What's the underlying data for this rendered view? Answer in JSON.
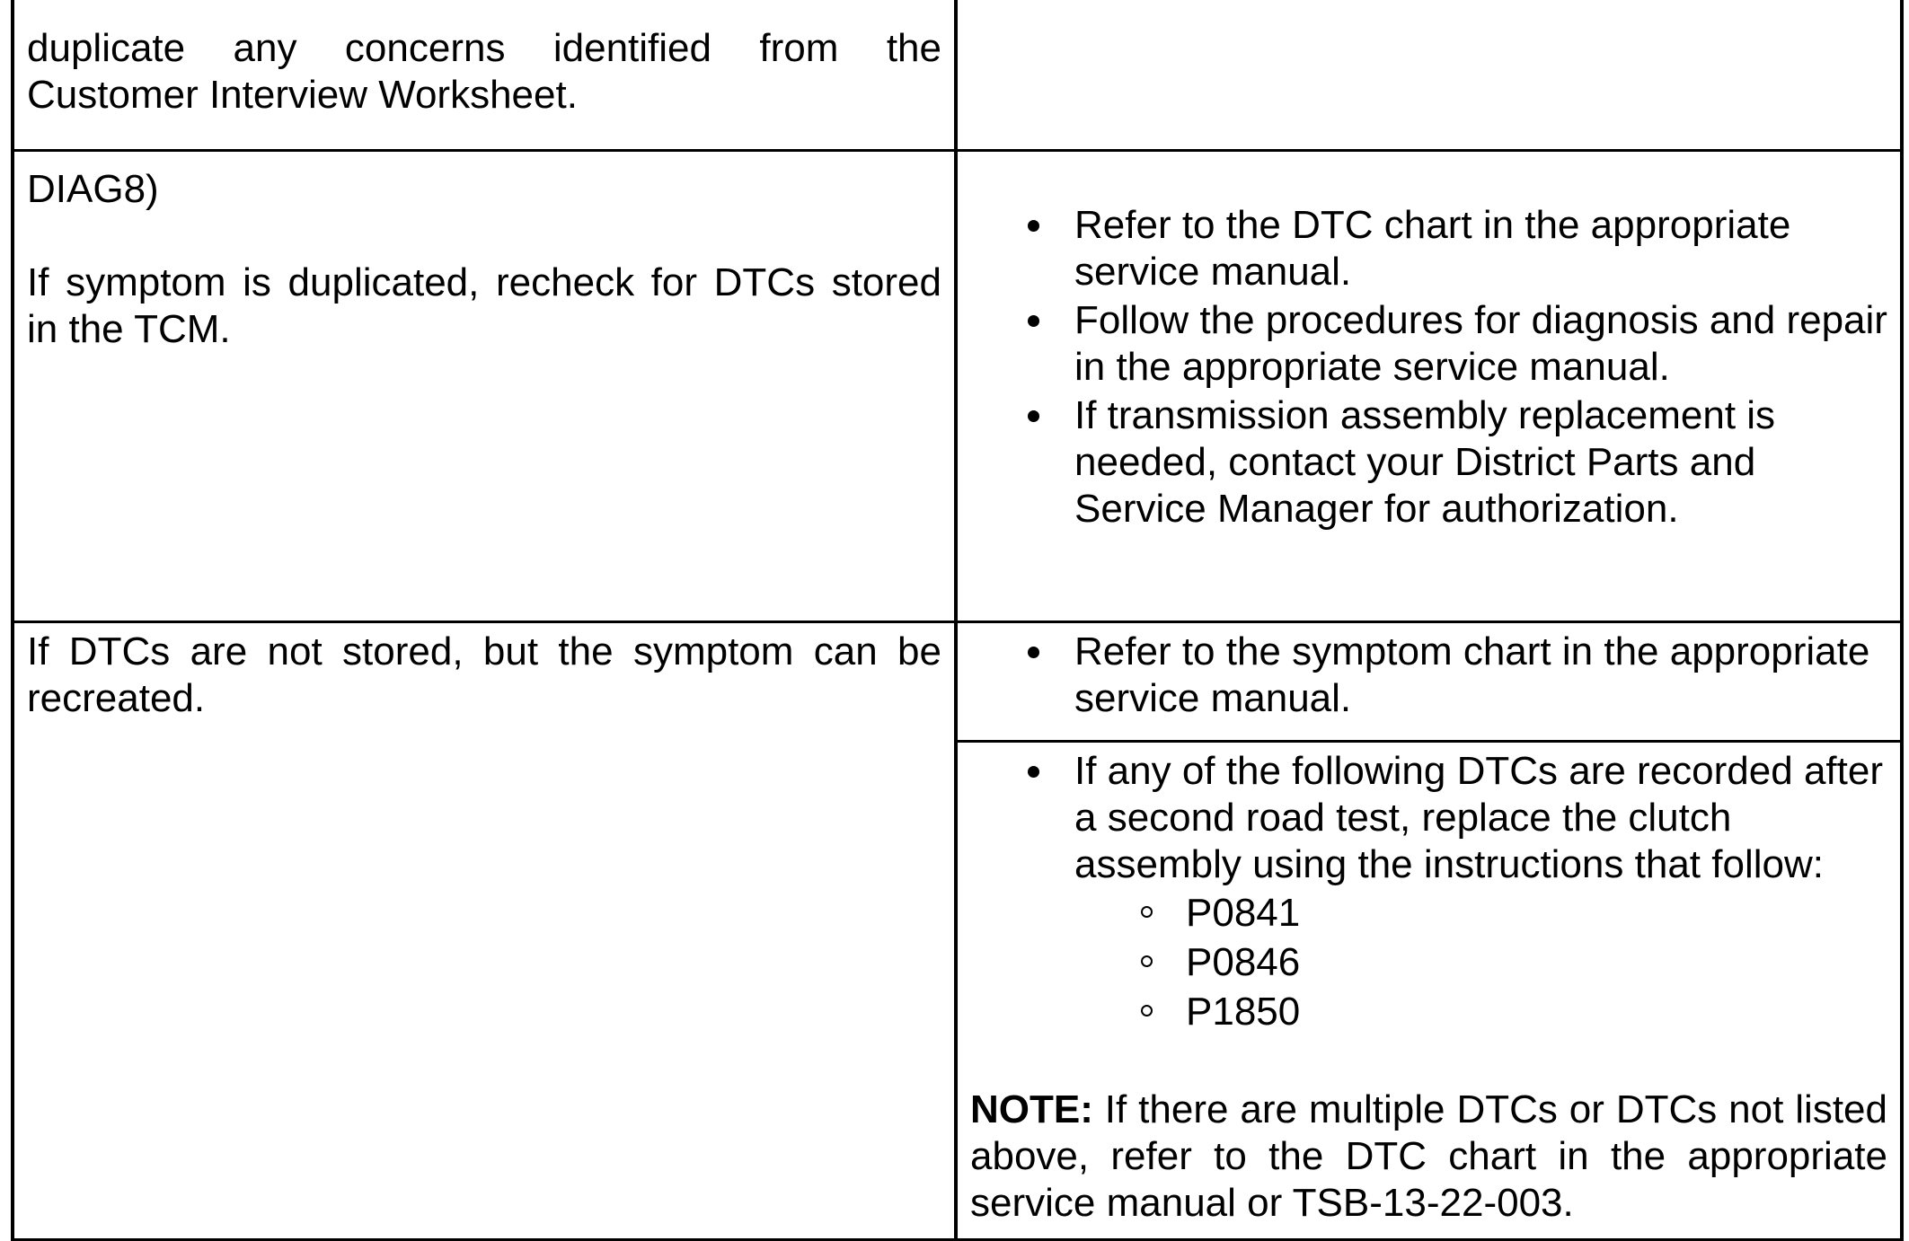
{
  "rows": {
    "r1": {
      "left_line1": "duplicate any concerns identified from the",
      "left_line2": "Customer Interview Worksheet.",
      "right": ""
    },
    "r2": {
      "step": "DIAG8)",
      "left_text": "If symptom is duplicated, recheck for DTCs stored in the TCM.",
      "bullets": [
        "Refer to the DTC chart in the appropriate service manual.",
        "Follow the procedures for diagnosis and repair in the appropriate service manual.",
        "If transmission assembly replacement is needed, contact your District Parts and Service Manager for authorization."
      ]
    },
    "r3": {
      "left_text": "If DTCs are not stored, but the symptom can be recreated.",
      "bullets": [
        "Refer to the symptom chart in the appropriate service manual."
      ]
    },
    "r4": {
      "bullet": "If any of the following DTCs are recorded after a second road test, replace the clutch assembly using the instructions that follow:",
      "codes": [
        "P0841",
        "P0846",
        "P1850"
      ],
      "note_label": "NOTE:",
      "note_text": " If there are multiple DTCs or DTCs not listed above, refer to the DTC chart in the appropriate service manual or TSB-13-22-003."
    }
  }
}
